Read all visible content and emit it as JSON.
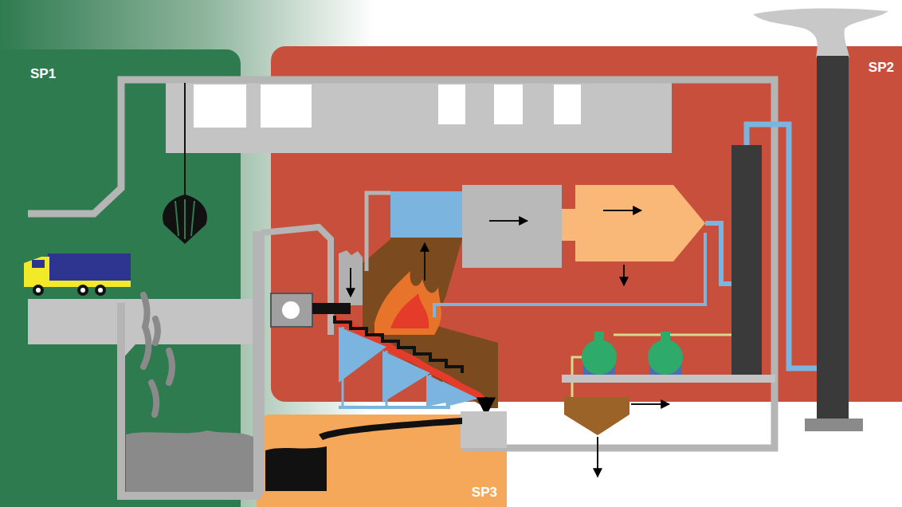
{
  "diagram": {
    "nodes": [
      {
        "text": [
          "SP1"
        ]
      },
      {
        "text": [
          "SP2"
        ]
      },
      {
        "text": [
          "SP3"
        ]
      }
    ]
  }
}
